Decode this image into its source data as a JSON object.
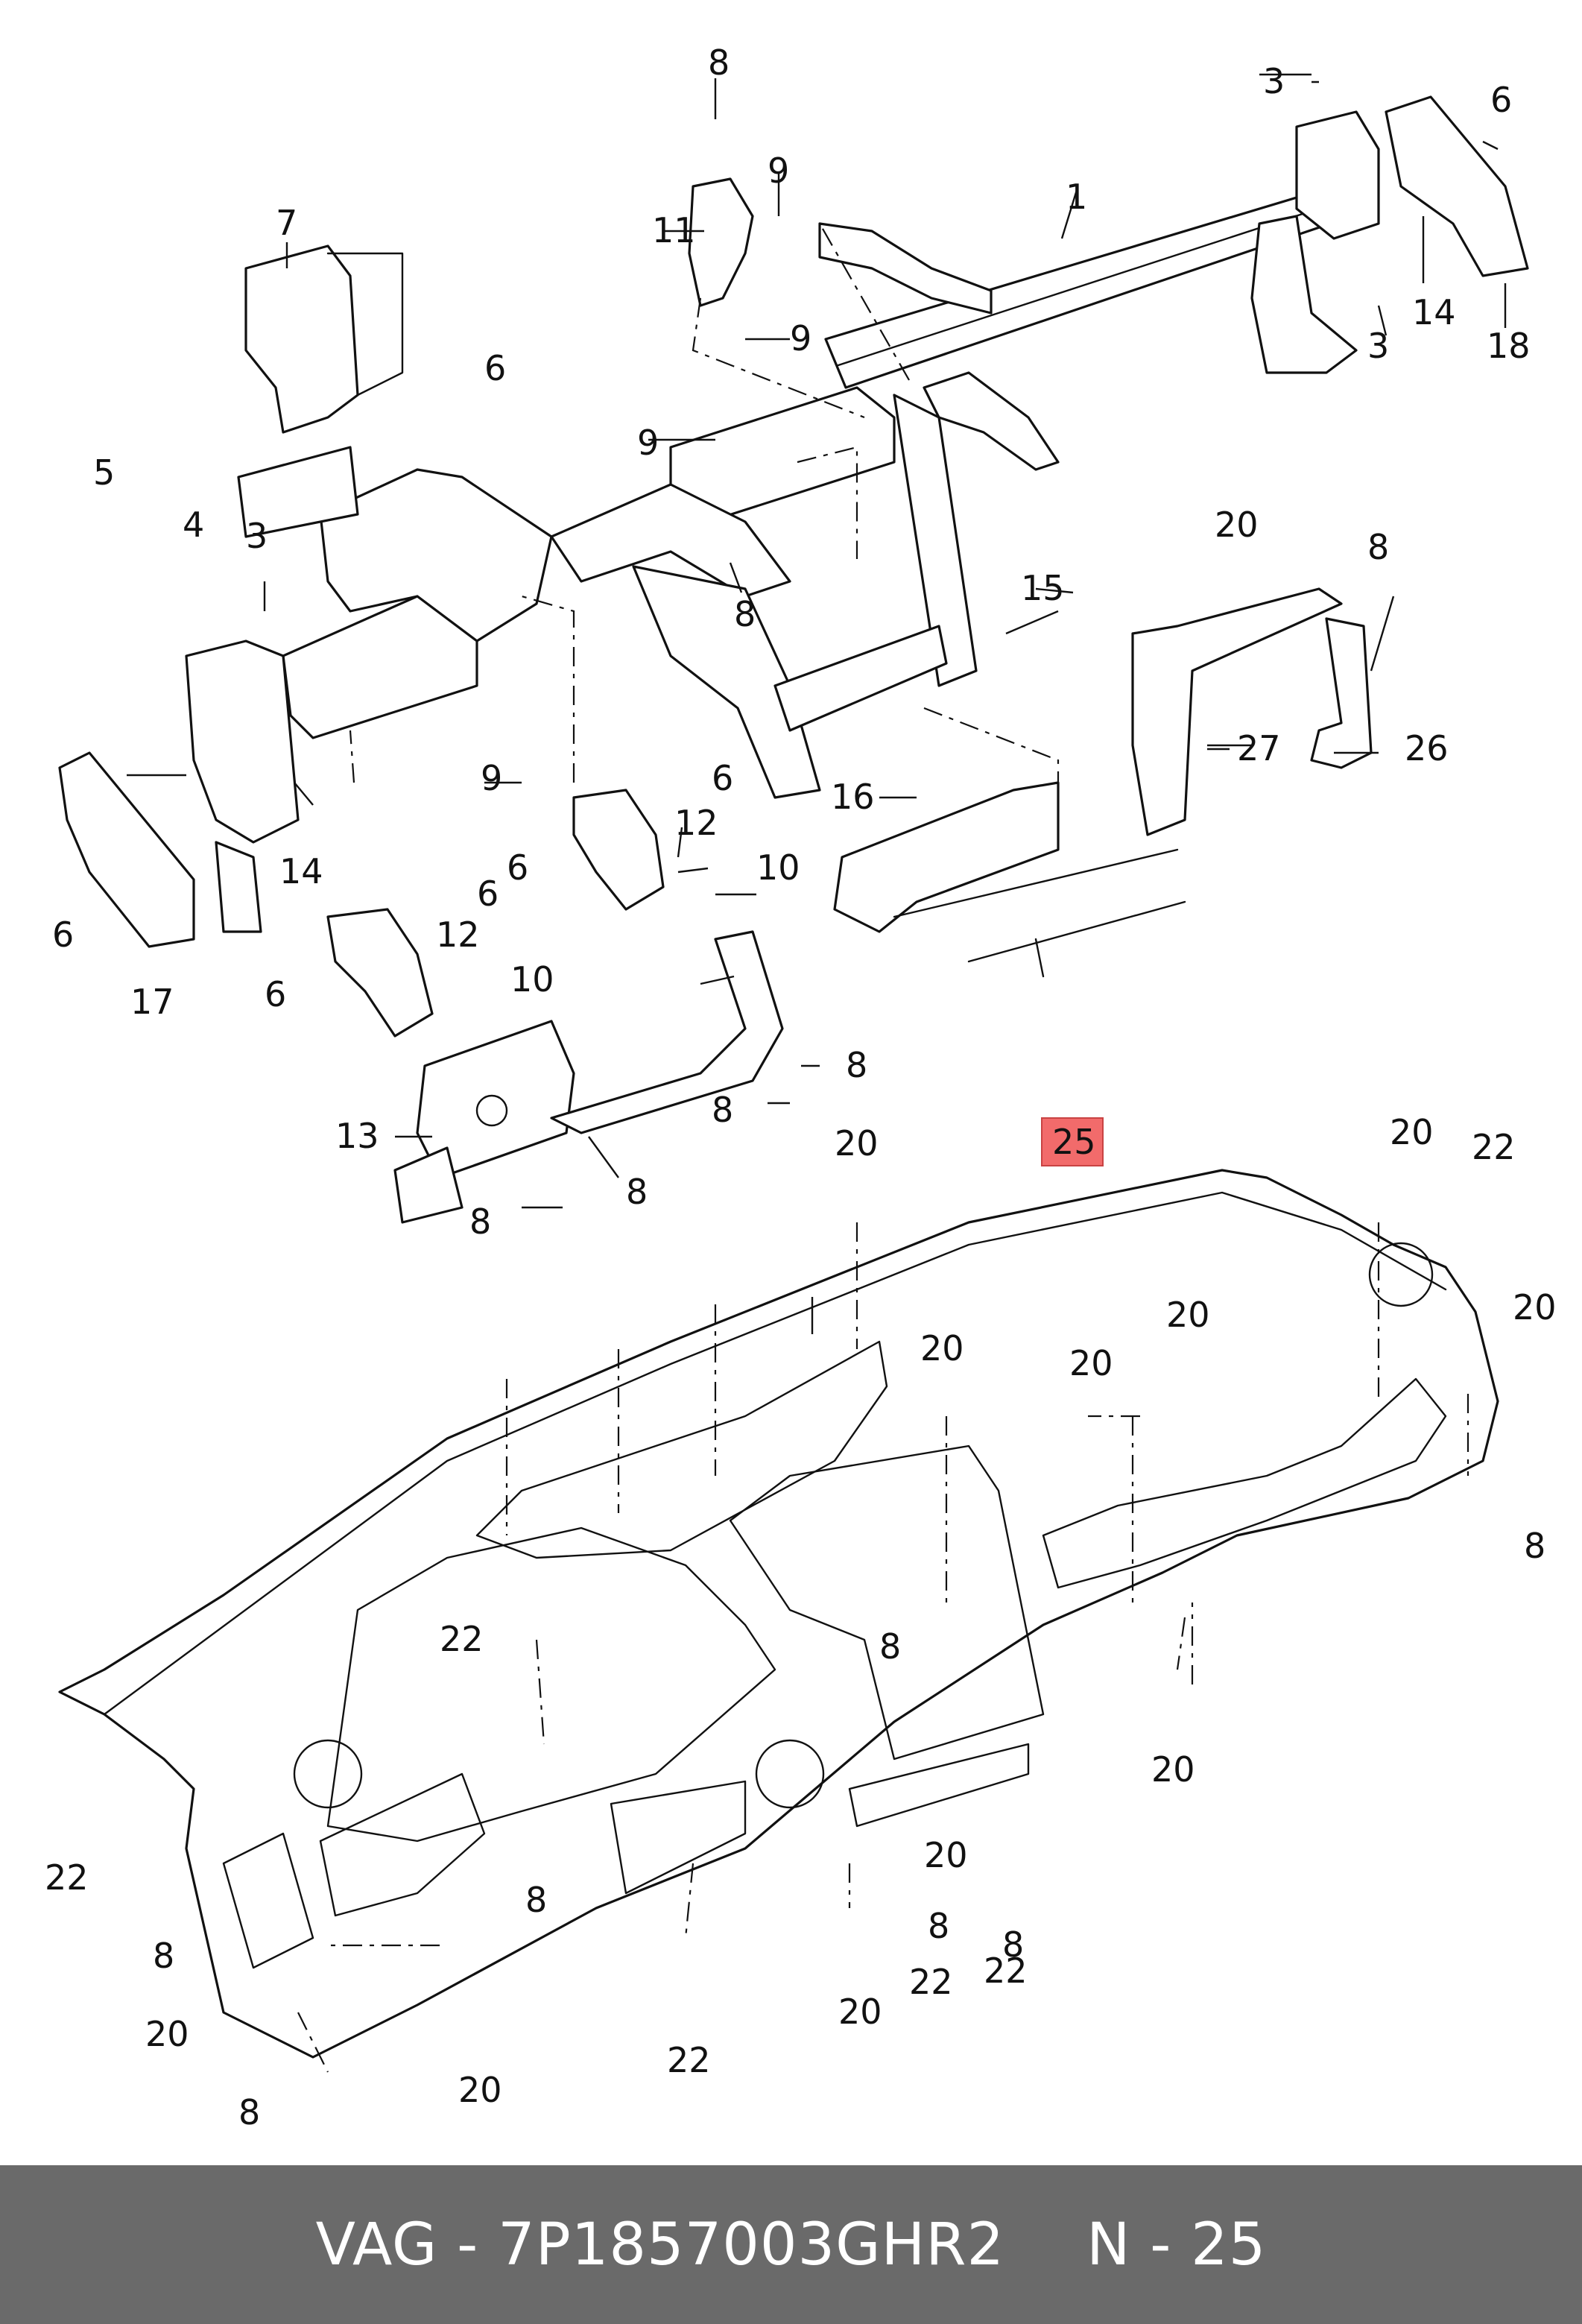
{
  "diagram": {
    "highlight_color": "#f26b6b",
    "highlighted_part": "25",
    "callouts": [
      "1",
      "3",
      "3",
      "3",
      "4",
      "5",
      "6",
      "6",
      "6",
      "6",
      "6",
      "6",
      "6",
      "7",
      "8",
      "8",
      "8",
      "8",
      "8",
      "8",
      "8",
      "8",
      "8",
      "8",
      "8",
      "8",
      "8",
      "8",
      "9",
      "9",
      "9",
      "9",
      "10",
      "10",
      "11",
      "12",
      "12",
      "13",
      "14",
      "14",
      "15",
      "16",
      "17",
      "18",
      "20",
      "20",
      "20",
      "20",
      "20",
      "20",
      "20",
      "20",
      "20",
      "20",
      "20",
      "20",
      "22",
      "22",
      "22",
      "22",
      "22",
      "22",
      "25",
      "26",
      "27"
    ]
  },
  "footer": {
    "part_number": "VAG - 7P1857003GHR2",
    "position": "N - 25",
    "background": "#6a6a6a"
  }
}
